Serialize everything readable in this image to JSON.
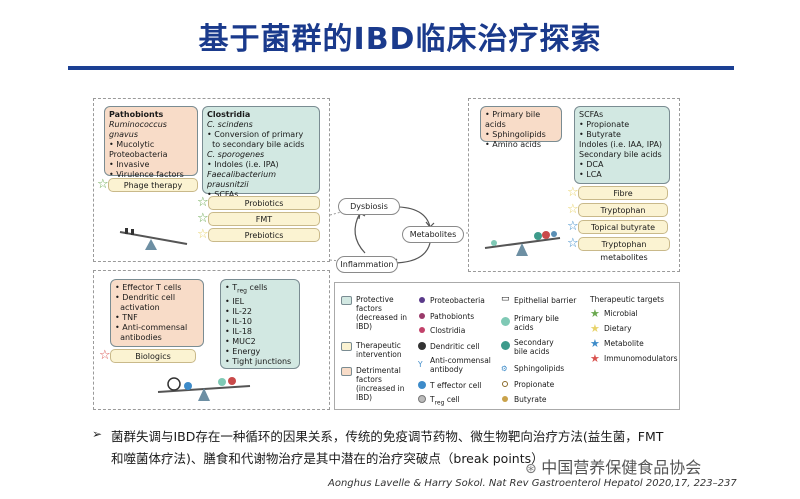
{
  "title": "基于菌群的IBD临床治疗探索",
  "top_left": {
    "pathobionts": {
      "heading": "Pathobionts",
      "lines": [
        "Ruminococcus gnavus",
        "• Mucolytic",
        "Proteobacteria",
        "• Invasive",
        "• Virulence factors"
      ]
    },
    "phage": "Phage therapy",
    "clostridia": {
      "heading": "Clostridia",
      "lines": [
        "C. scindens",
        "• Conversion of primary",
        "  to secondary bile acids",
        "C. sporogenes",
        "• Indoles (i.e. IPA)",
        "Faecalibacterium prausnitzii",
        "• SCFAs"
      ]
    },
    "pills": [
      "Probiotics",
      "FMT",
      "Prebiotics"
    ]
  },
  "top_right": {
    "left_box": [
      "• Primary bile acids",
      "• Sphingolipids",
      "• Amino acids"
    ],
    "right_box": [
      "SCFAs",
      "• Propionate",
      "• Butyrate",
      "Indoles (i.e. IAA, IPA)",
      "Secondary bile acids",
      "• DCA",
      "• LCA"
    ],
    "pills": [
      "Fibre",
      "Tryptophan",
      "Topical butyrate",
      "Tryptophan metabolites"
    ]
  },
  "cycle": {
    "dysbiosis": "Dysbiosis",
    "metabolites": "Metabolites",
    "inflammation": "Inflammation"
  },
  "bottom_left": {
    "left_box": [
      "• Effector T cells",
      "• Dendritic cell",
      "  activation",
      "• TNF",
      "• Anti-commensal",
      "  antibodies"
    ],
    "right_box": [
      "• T",
      "• IEL",
      "• IL-22",
      "• IL-10",
      "• IL-18",
      "• MUC2",
      "• Energy",
      "• Tight junctions"
    ],
    "treg_label": "• T",
    "treg_sub": "reg",
    "treg_suffix": " cells",
    "biologics": "Biologics"
  },
  "legend": {
    "col1": [
      {
        "label": "Protective factors (decreased in IBD)"
      },
      {
        "label": "Therapeutic intervention"
      },
      {
        "label": "Detrimental factors (increased in IBD)"
      }
    ],
    "col2": [
      "Proteobacteria",
      "Pathobionts",
      "Clostridia",
      "Dendritic cell",
      "Anti-commensal antibody",
      "T effector cell"
    ],
    "treg": "T",
    "treg_sub": "reg",
    "treg_suffix": " cell",
    "col3": [
      "Epithelial barrier",
      "Primary bile acids",
      "Secondary bile acids",
      "Sphingolipids",
      "Propionate",
      "Butyrate"
    ],
    "targets_title": "Therapeutic targets",
    "targets": [
      "Microbial",
      "Dietary",
      "Metabolite",
      "Immunomodulators"
    ]
  },
  "colors": {
    "title": "#1a3a8c",
    "protective": "#d2e8e2",
    "therapeutic": "#fbf3d2",
    "detrimental": "#f8dcc8",
    "star_microbial": "#6aa84f",
    "star_dietary": "#e8d36a",
    "star_metabolite": "#3d8bc9",
    "star_immuno": "#d9534f"
  },
  "bullet_symbol": "➢",
  "text_line1": "菌群失调与IBD存在一种循环的因果关系，传统的免疫调节药物、微生物靶向治疗方法(益生菌，FMT",
  "text_line2": "和噬菌体疗法)、膳食和代谢物治疗是其中潜在的治疗突破点（break points）",
  "watermark": "中国营养保健食品协会",
  "citation": "Aonghus Lavelle & Harry Sokol. Nat Rev Gastroenterol Hepatol 2020,17, 223–237"
}
